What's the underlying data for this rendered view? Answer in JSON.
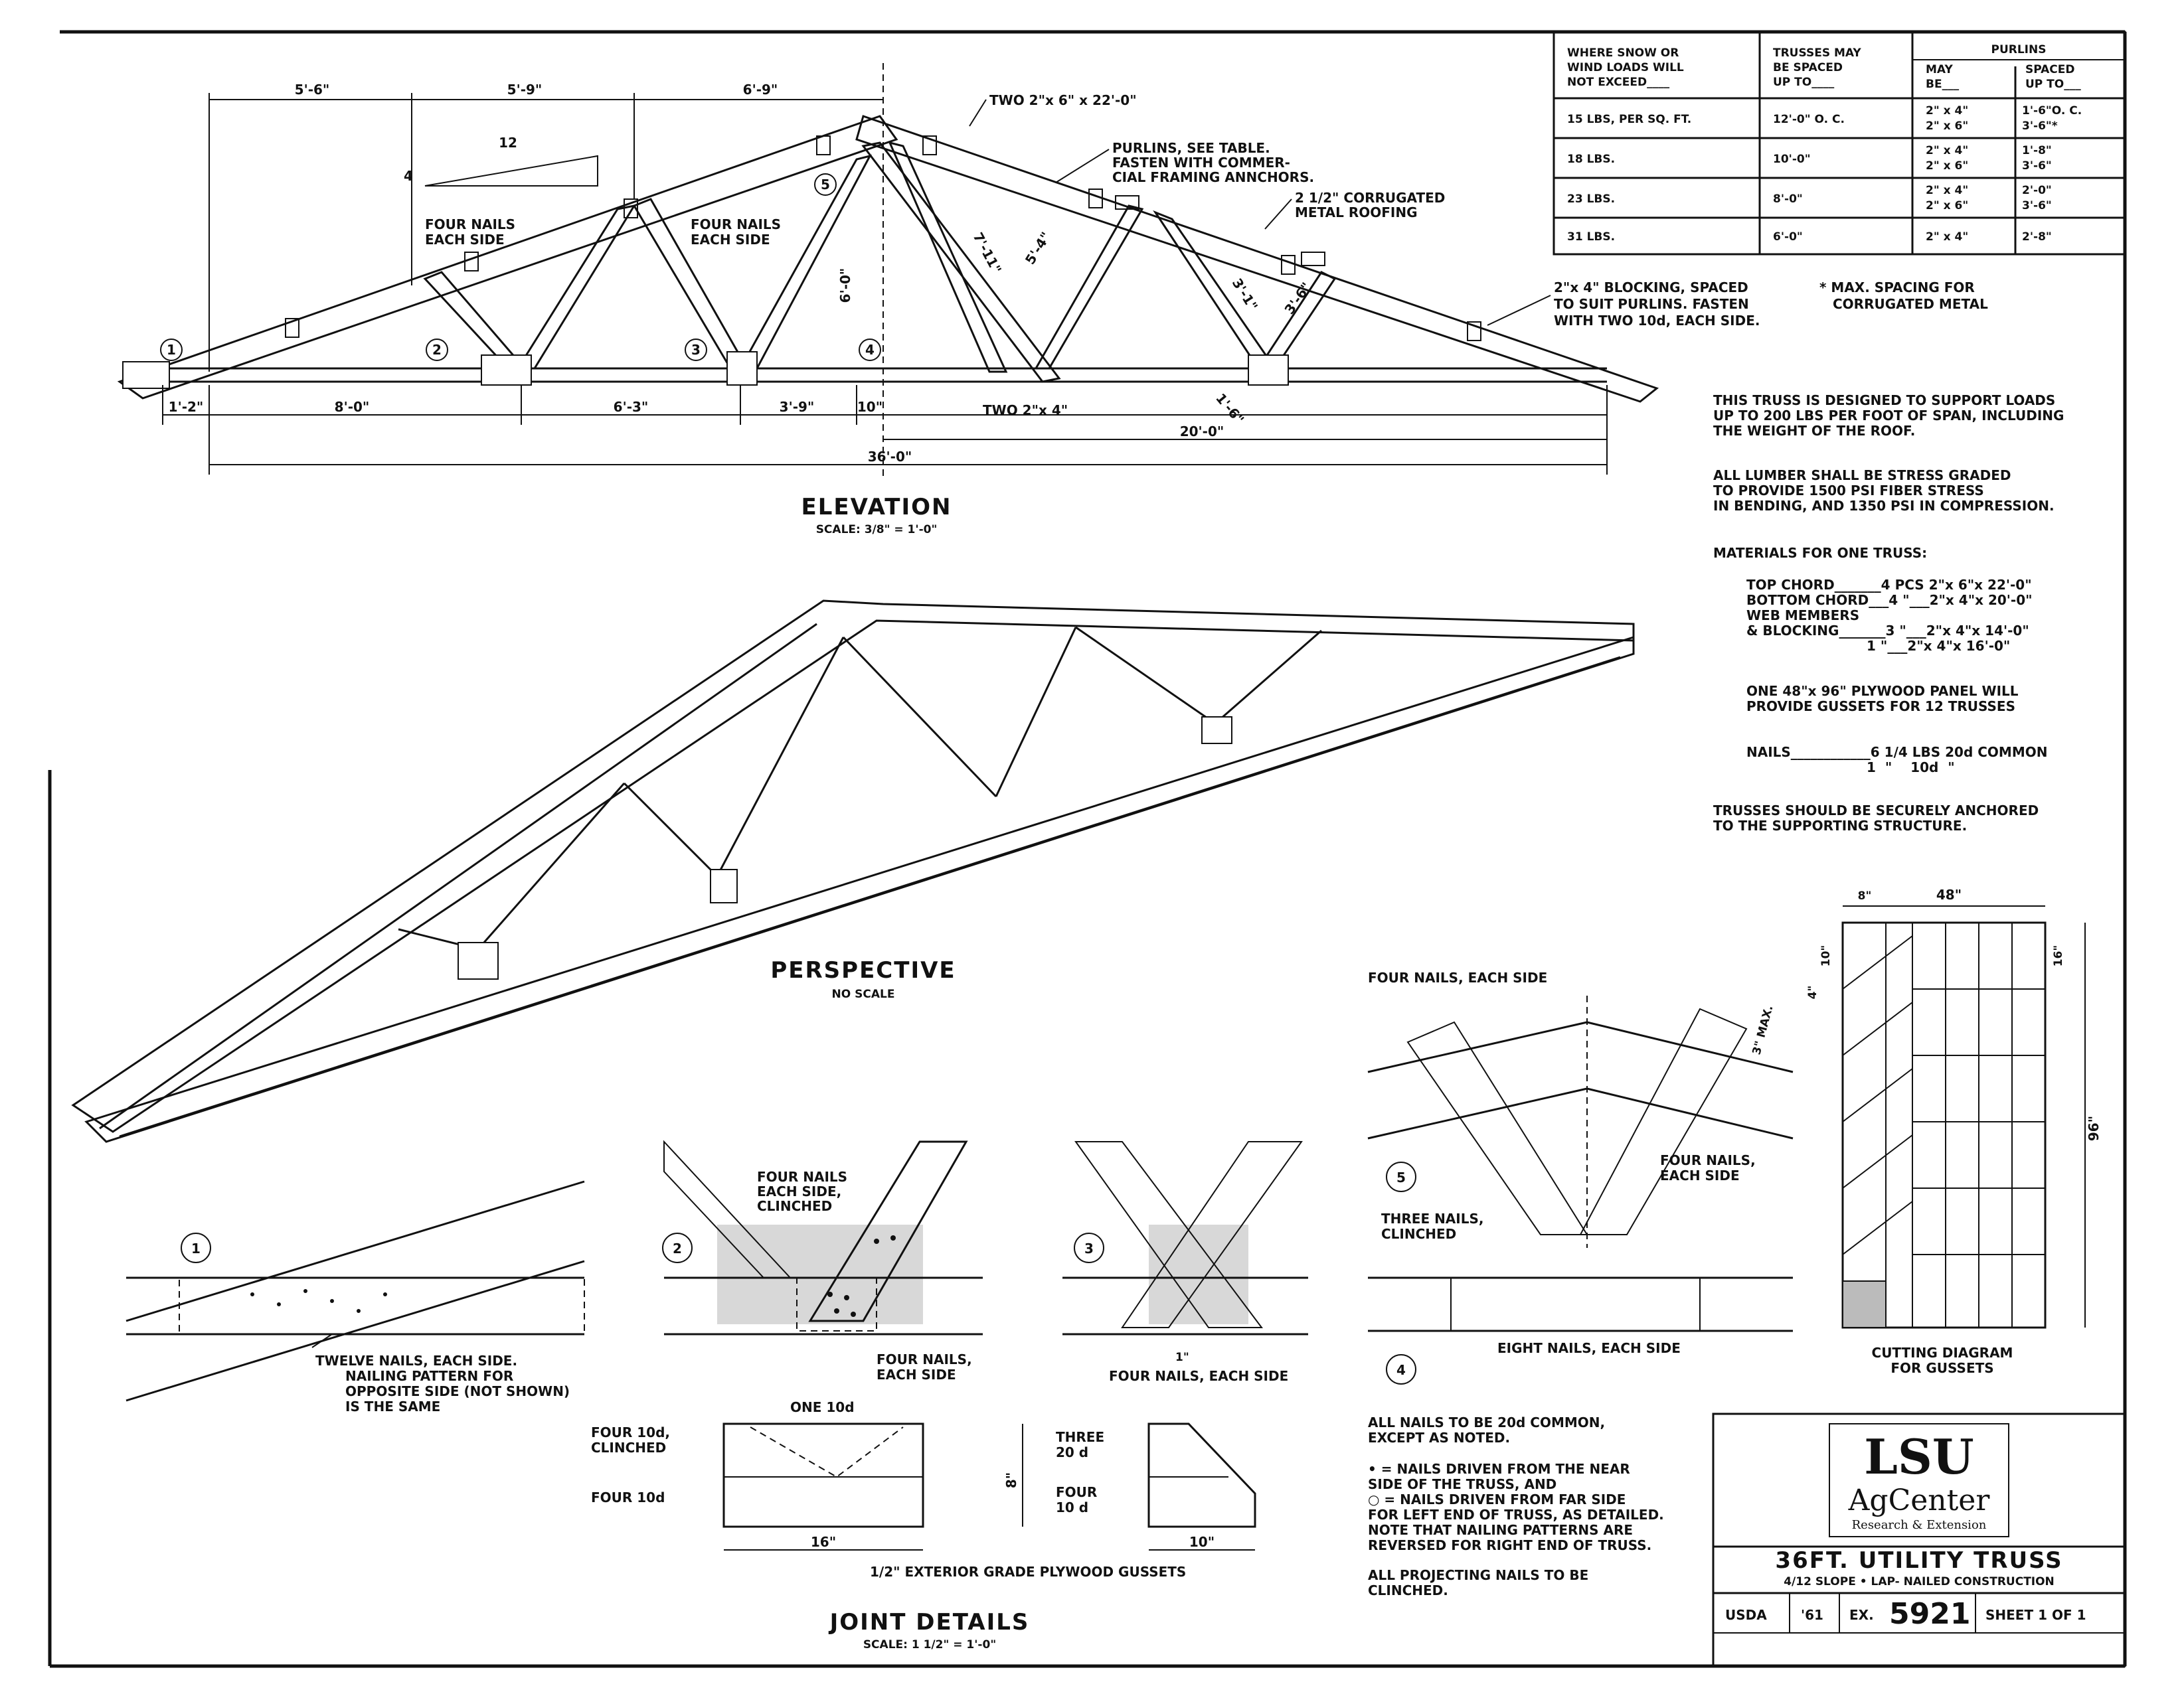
{
  "table": {
    "headers": {
      "snow": [
        "WHERE SNOW OR",
        "WIND LOADS WILL",
        "NOT EXCEED____"
      ],
      "spacing": [
        "TRUSSES MAY",
        "BE SPACED",
        "UP TO____"
      ],
      "purlins": "PURLINS",
      "may": [
        "MAY",
        "BE___"
      ],
      "spaced": [
        "SPACED",
        "UP TO___"
      ]
    },
    "rows": [
      {
        "load": "15 LBS, PER SQ. FT.",
        "spacing": "12'-0\"  O. C.",
        "purlin": [
          "2\" x 4\"",
          "2\" x 6\""
        ],
        "up_to": [
          "1'-6\"O. C.",
          "3'-6\"*"
        ]
      },
      {
        "load": "18 LBS.",
        "spacing": "10'-0\"",
        "purlin": [
          "2\" x 4\"",
          "2\" x 6\""
        ],
        "up_to": [
          "1'-8\"",
          "3'-6\""
        ]
      },
      {
        "load": "23 LBS.",
        "spacing": "8'-0\"",
        "purlin": [
          "2\" x 4\"",
          "2\" x 6\""
        ],
        "up_to": [
          "2'-0\"",
          "3'-6\""
        ]
      },
      {
        "load": "31 LBS.",
        "spacing": "6'-0\"",
        "purlin": [
          "2\" x 4\""
        ],
        "up_to": [
          "2'-8\""
        ]
      }
    ],
    "footnote": [
      "* MAX. SPACING FOR",
      "CORRUGATED METAL"
    ]
  },
  "elevation": {
    "title": "ELEVATION",
    "scale": "SCALE: 3/8\" = 1'-0\"",
    "dims_top": [
      "5'-6\"",
      "5'-9\"",
      "6'-9\""
    ],
    "dims_bottom": [
      "1'-2\"",
      "8'-0\"",
      "6'-3\"",
      "3'-9\"",
      "10\""
    ],
    "dim_half": "20'-0\"",
    "dim_span": "36'-0\"",
    "dim_rise": "6'-0\"",
    "web_dims": [
      "7'-11\"",
      "5'-4\"",
      "3'-1\"",
      "3'-6\"",
      "1'-6\""
    ],
    "slope": {
      "run": "12",
      "rise": "4"
    },
    "notes": {
      "top_chord": "TWO 2\"x 6\" x 22'-0\"",
      "purlins": [
        "PURLINS, SEE TABLE.",
        "FASTEN WITH COMMER-",
        "CIAL FRAMING ANNCHORS."
      ],
      "roofing": [
        "2 1/2\" CORRUGATED",
        "METAL ROOFING"
      ],
      "blocking": [
        "2\"x 4\" BLOCKING, SPACED",
        "TO SUIT PURLINS. FASTEN",
        "WITH TWO 10d, EACH SIDE."
      ],
      "nails_a": [
        "FOUR NAILS",
        "EACH SIDE"
      ],
      "nails_b": [
        "FOUR NAILS",
        "EACH SIDE"
      ],
      "bottom_chord": "TWO 2\"x 4\""
    },
    "markers": [
      "1",
      "2",
      "3",
      "4",
      "5"
    ]
  },
  "specs": {
    "design": [
      "THIS TRUSS IS DESIGNED TO SUPPORT LOADS",
      "UP TO 200 LBS PER FOOT OF SPAN, INCLUDING",
      "THE WEIGHT OF THE ROOF."
    ],
    "lumber": [
      "ALL LUMBER SHALL BE STRESS GRADED",
      "TO PROVIDE 1500 PSI FIBER STRESS",
      "IN BENDING, AND 1350 PSI IN COMPRESSION."
    ],
    "materials_title": "MATERIALS FOR ONE TRUSS:",
    "materials": [
      "TOP CHORD_______4 PCS 2\"x 6\"x 22'-0\"",
      "BOTTOM CHORD___4 \"___2\"x 4\"x 20'-0\"",
      "WEB MEMBERS",
      "& BLOCKING_______3 \"___2\"x 4\"x 14'-0\"",
      "                          1 \"___2\"x 4\"x 16'-0\""
    ],
    "plywood": [
      "ONE 48\"x 96\" PLYWOOD PANEL WILL",
      "PROVIDE GUSSETS FOR 12 TRUSSES"
    ],
    "nails": [
      "NAILS____________6 1/4 LBS  20d COMMON",
      "                          1  \"    10d  \""
    ],
    "anchor": [
      "TRUSSES SHOULD BE SECURELY ANCHORED",
      "TO THE SUPPORTING STRUCTURE."
    ]
  },
  "perspective": {
    "title": "PERSPECTIVE",
    "scale": "NO SCALE"
  },
  "joints": {
    "title": "JOINT DETAILS",
    "scale": "SCALE: 1 1/2\" = 1'-0\"",
    "j1_note": [
      "TWELVE NAILS, EACH SIDE.",
      "NAILING PATTERN FOR",
      "OPPOSITE SIDE (NOT SHOWN)",
      "IS THE SAME"
    ],
    "j2_top": [
      "FOUR NAILS",
      "EACH SIDE,",
      "CLINCHED"
    ],
    "j2_bottom": [
      "FOUR NAILS,",
      "EACH SIDE"
    ],
    "j3": "FOUR NAILS, EACH SIDE",
    "j3_dim": "1\"",
    "j4": "EIGHT NAILS, EACH SIDE",
    "j5_top": "FOUR NAILS, EACH SIDE",
    "j5_right": [
      "FOUR NAILS,",
      "EACH SIDE"
    ],
    "j5_left": [
      "THREE NAILS,",
      "CLINCHED"
    ],
    "j5_max": "3\" MAX.",
    "gusset": {
      "one_10d": "ONE 10d",
      "four_10d_clinched": [
        "FOUR 10d,",
        "CLINCHED"
      ],
      "four_10d": "FOUR 10d",
      "three_20d": [
        "THREE",
        "20 d"
      ],
      "four_10d_b": [
        "FOUR",
        "10 d"
      ],
      "dim_w": "16\"",
      "dim_h": "8\"",
      "dim_w2": "10\"",
      "plywood": "1/2\" EXTERIOR GRADE PLYWOOD GUSSETS"
    }
  },
  "cutting": {
    "title": [
      "CUTTING DIAGRAM",
      "FOR GUSSETS"
    ],
    "w": "48\"",
    "w8": "8\"",
    "h96": "96\"",
    "h16": "16\"",
    "h10": "10\"",
    "h4": "4\""
  },
  "general_notes": [
    "ALL NAILS TO BE 20d COMMON,",
    "EXCEPT AS NOTED.",
    "",
    "• = NAILS DRIVEN FROM THE NEAR",
    "SIDE OF THE TRUSS, AND",
    "○ = NAILS DRIVEN FROM FAR SIDE",
    "FOR LEFT END OF TRUSS, AS DETAILED.",
    "NOTE THAT NAILING PATTERNS ARE",
    "REVERSED FOR RIGHT END OF TRUSS.",
    "",
    "ALL PROJECTING NAILS TO BE",
    "CLINCHED."
  ],
  "title_block": {
    "logo_main": "LSU",
    "logo_sub": "AgCenter",
    "logo_tag": "Research & Extension",
    "title": "36FT. UTILITY TRUSS",
    "subtitle": "4/12 SLOPE • LAP- NAILED CONSTRUCTION",
    "agency": "USDA",
    "year": "'61",
    "ex_label": "EX.",
    "ex_number": "5921",
    "sheet": "SHEET 1 OF 1"
  }
}
